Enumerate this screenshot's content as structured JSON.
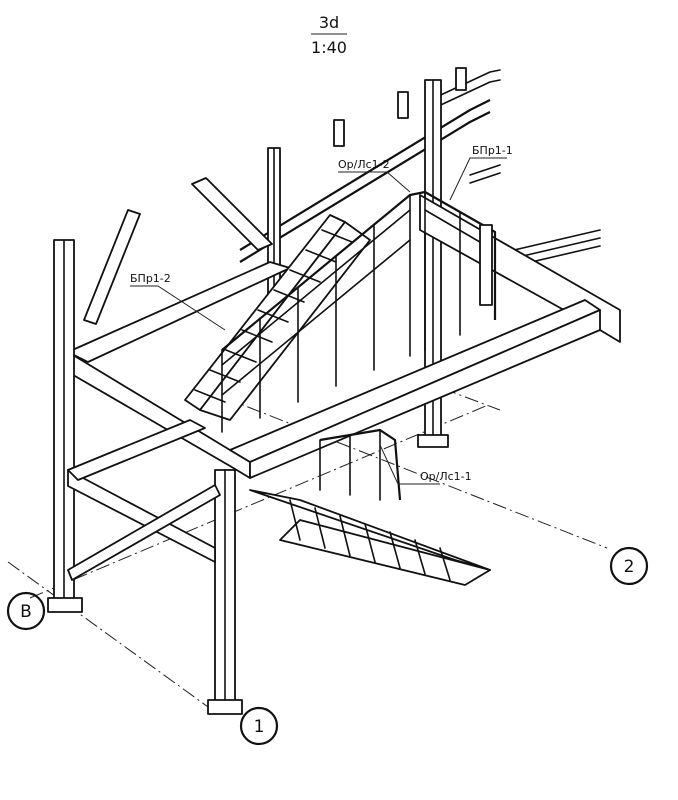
{
  "view": {
    "title": "3d",
    "scale": "1:40"
  },
  "axes": {
    "a": "В",
    "b": "1",
    "c": "2"
  },
  "callouts": {
    "bpr1_1": "БПр1-1",
    "bpr1_2": "БПр1-2",
    "orlc1_2": "Ор/Лс1-2",
    "orlc1_1": "Ор/Лс1-1"
  }
}
